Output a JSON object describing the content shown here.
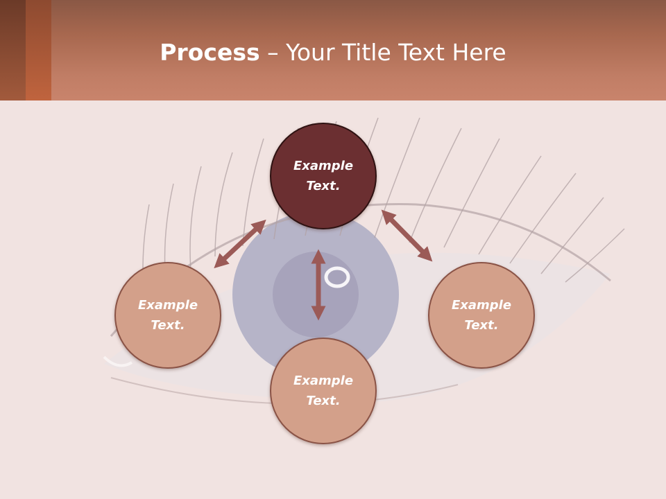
{
  "slide": {
    "title_bold": "Process",
    "title_rest": " – Your Title Text Here"
  },
  "diagram": {
    "center_node": {
      "label": "Example Text."
    },
    "nodes": [
      {
        "label": "Example Text."
      },
      {
        "label": "Example Text."
      },
      {
        "label": "Example Text."
      }
    ]
  },
  "colors": {
    "header_accent": "#c07d65",
    "center_node_fill": "#6b2f31",
    "node_fill": "#d3a08a",
    "arrow": "#9b5a57"
  },
  "icons": [
    "double-headed-arrow-icon"
  ]
}
